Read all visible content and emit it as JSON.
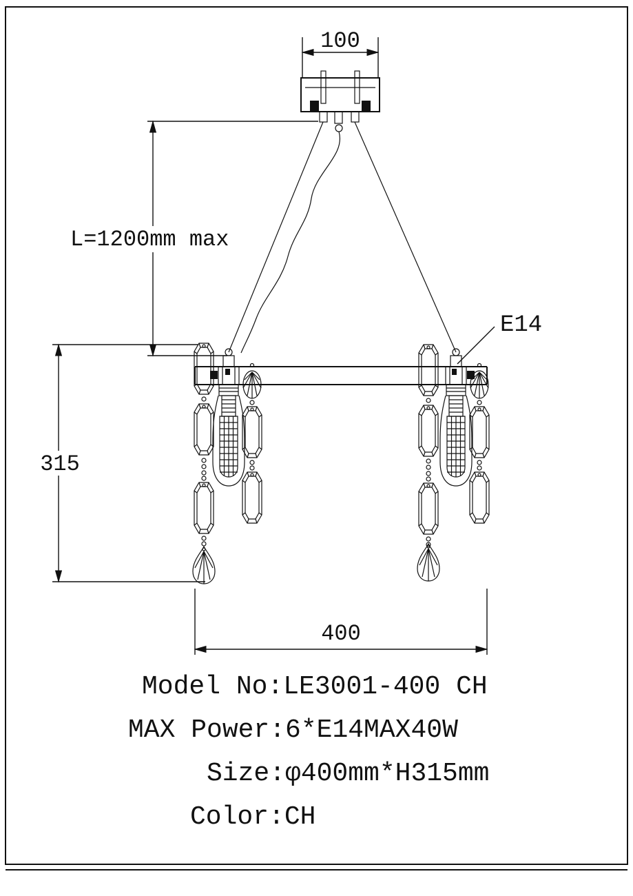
{
  "drawing": {
    "dims": {
      "canopy_width": "100",
      "drop_length": "L=1200mm max",
      "body_height": "315",
      "diameter": "400"
    },
    "labels": {
      "socket_type": "E14"
    },
    "specs": {
      "model": "Model No:LE3001-400 CH",
      "power": "MAX Power:6*E14MAX40W",
      "size": "Size:φ400mm*H315mm",
      "color": "Color:CH"
    },
    "colors": {
      "line": "#111111",
      "background": "#ffffff"
    }
  }
}
